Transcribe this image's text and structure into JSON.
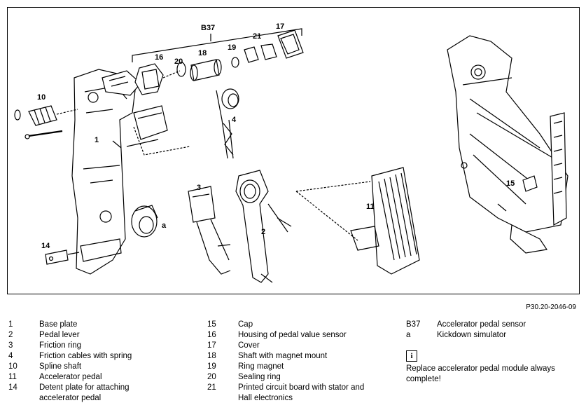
{
  "figure": {
    "callouts": {
      "b37": "B37",
      "n17": "17",
      "n21": "21",
      "n19": "19",
      "n18": "18",
      "n20": "20",
      "n16": "16",
      "n10": "10",
      "n1": "1",
      "n4": "4",
      "n3": "3",
      "n2": "2",
      "n11": "11",
      "n15": "15",
      "n14": "14",
      "na": "a"
    },
    "reference": "P30.20-2046-09"
  },
  "legend": {
    "col1": [
      {
        "num": "1",
        "text": "Base plate"
      },
      {
        "num": "2",
        "text": "Pedal lever"
      },
      {
        "num": "3",
        "text": "Friction ring"
      },
      {
        "num": "4",
        "text": "Friction cables with spring"
      },
      {
        "num": "10",
        "text": "Spline shaft"
      },
      {
        "num": "11",
        "text": "Accelerator pedal"
      },
      {
        "num": "14",
        "text": "Detent plate for attaching\naccelerator pedal"
      }
    ],
    "col2": [
      {
        "num": "15",
        "text": "Cap"
      },
      {
        "num": "16",
        "text": "Housing of pedal value sensor"
      },
      {
        "num": "17",
        "text": "Cover"
      },
      {
        "num": "18",
        "text": "Shaft with magnet mount"
      },
      {
        "num": "19",
        "text": "Ring magnet"
      },
      {
        "num": "20",
        "text": "Sealing ring"
      },
      {
        "num": "21",
        "text": "Printed circuit board with stator and\nHall electronics"
      }
    ],
    "col3": [
      {
        "num": "B37",
        "text": "Accelerator pedal sensor"
      },
      {
        "num": "a",
        "text": "Kickdown simulator"
      }
    ]
  },
  "note": {
    "icon_glyph": "i",
    "icon": "info-icon",
    "text": "Replace accelerator pedal module always complete!"
  }
}
